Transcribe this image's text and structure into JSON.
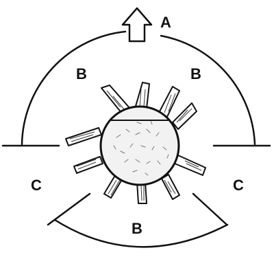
{
  "labels": {
    "arrow": "A",
    "upper_left": "B",
    "upper_right": "B",
    "bottom": "B",
    "left": "C",
    "right": "C"
  },
  "colors": {
    "ink": "#111111",
    "cell_fill": "#f2f2f2"
  }
}
